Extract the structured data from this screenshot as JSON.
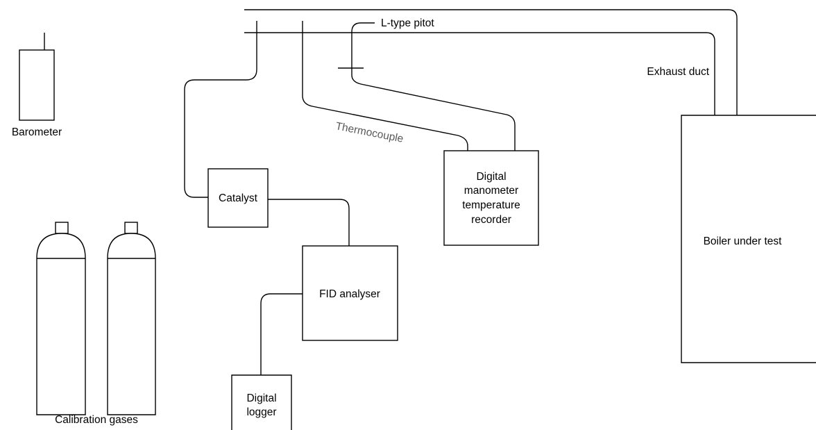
{
  "diagram": {
    "labels": {
      "barometer": "Barometer",
      "calibration_gases": "Calibration gases",
      "catalyst": "Catalyst",
      "fid_analyser": "FID analyser",
      "digital_logger_line1": "Digital",
      "digital_logger_line2": "logger",
      "manometer_line1": "Digital",
      "manometer_line2": "manometer",
      "manometer_line3": "temperature",
      "manometer_line4": "recorder",
      "boiler": "Boiler under test",
      "exhaust_duct": "Exhaust duct",
      "pitot": "L-type pitot",
      "thermocouple": "Thermocouple"
    },
    "colors": {
      "stroke": "#000000",
      "text": "#000000",
      "thermocouple_text": "#595959",
      "background": "#ffffff"
    }
  }
}
